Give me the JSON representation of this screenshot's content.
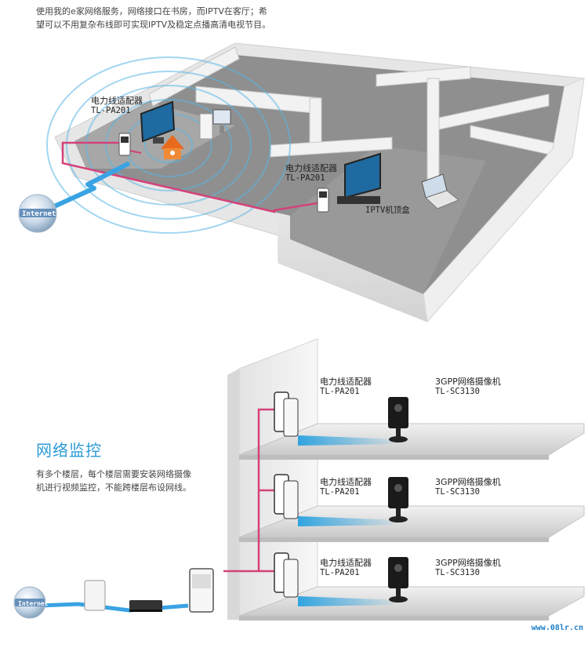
{
  "intro_text": "使用我的e家网络服务，网络接口在书房，而IPTV在客厅；希望可以不用复杂布线即可实现IPTV及稳定点播高清电视节目。",
  "top_diagram": {
    "internet_label": "Internet",
    "adapter_label_1": "电力线适配器",
    "adapter_model_1": "TL-PA201",
    "adapter_label_2": "电力线适配器",
    "adapter_model_2": "TL-PA201",
    "iptv_label": "IPTV机顶盒"
  },
  "section": {
    "title": "网络监控",
    "description": "有多个楼层，每个楼层需要安装网络摄像机进行视频监控，不能跨楼层布设网线。"
  },
  "bottom_diagram": {
    "internet_label": "Internet",
    "floors": [
      {
        "adapter_label": "电力线适配器",
        "adapter_model": "TL-PA201",
        "camera_label": "3GPP网络摄像机",
        "camera_model": "TL-SC3130"
      },
      {
        "adapter_label": "电力线适配器",
        "adapter_model": "TL-PA201",
        "camera_label": "3GPP网络摄像机",
        "camera_model": "TL-SC3130"
      },
      {
        "adapter_label": "电力线适配器",
        "adapter_model": "TL-PA201",
        "camera_label": "3GPP网络摄像机",
        "camera_model": "TL-SC3130"
      }
    ]
  },
  "watermark": "www.08lr.cn",
  "colors": {
    "accent_blue": "#2d9bd6",
    "powerline_pink": "#d4427a",
    "floor_gray": "#9a9a9a"
  }
}
